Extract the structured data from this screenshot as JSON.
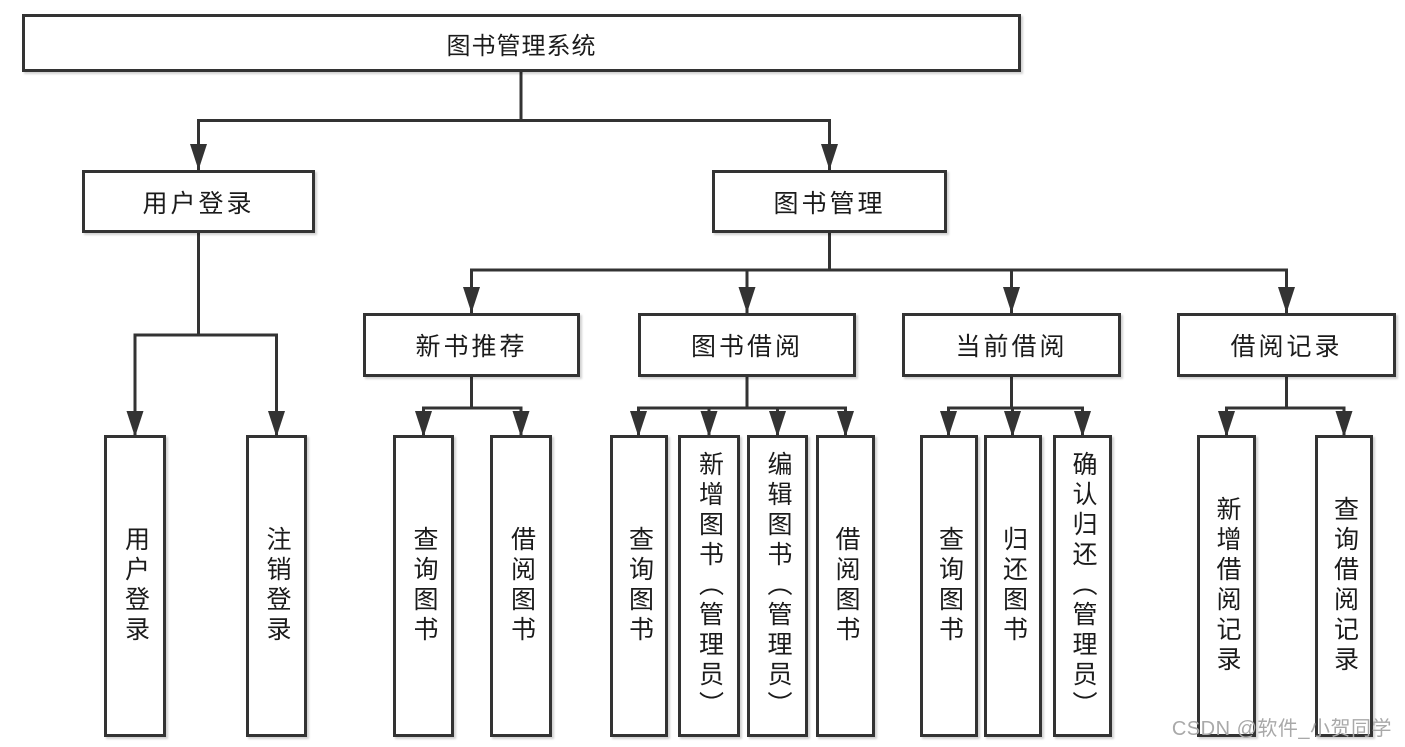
{
  "diagram": {
    "root": {
      "label": "图书管理系统"
    },
    "level2": {
      "user_login": {
        "label": "用户登录"
      },
      "book_management": {
        "label": "图书管理"
      }
    },
    "level3": {
      "new_book_recommend": {
        "label": "新书推荐"
      },
      "book_borrowing": {
        "label": "图书借阅"
      },
      "current_borrowing": {
        "label": "当前借阅"
      },
      "borrowing_records": {
        "label": "借阅记录"
      }
    },
    "leaves": {
      "user_login_leaf": {
        "label": "用户登录"
      },
      "logout_leaf": {
        "label": "注销登录"
      },
      "nbr_query_books": {
        "label": "查询图书"
      },
      "nbr_borrow_books": {
        "label": "借阅图书"
      },
      "bb_query_books": {
        "label": "查询图书"
      },
      "bb_add_books": {
        "label": "新增图书（管理员）"
      },
      "bb_edit_books": {
        "label": "编辑图书（管理员）"
      },
      "bb_borrow_books": {
        "label": "借阅图书"
      },
      "cb_query_books": {
        "label": "查询图书"
      },
      "cb_return_books": {
        "label": "归还图书"
      },
      "cb_confirm_return": {
        "label": "确认归还（管理员）"
      },
      "br_add_record": {
        "label": "新增借阅记录"
      },
      "br_query_record": {
        "label": "查询借阅记录"
      }
    }
  },
  "watermark": {
    "text": "CSDN @软件_小贺同学"
  },
  "colors": {
    "line": "#333333",
    "box_border": "#333333",
    "text": "#1b1b1b",
    "watermark": "#a9a9a9",
    "background": "#ffffff"
  }
}
